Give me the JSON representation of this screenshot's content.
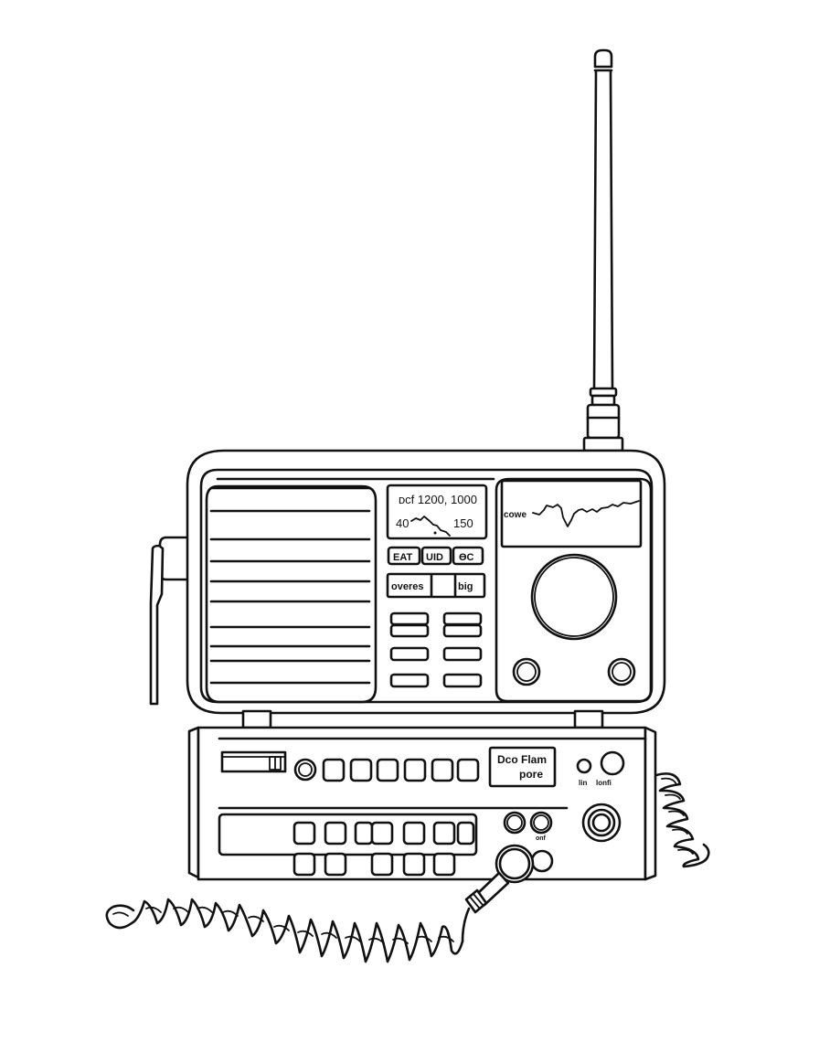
{
  "illustration": {
    "subject": "Line-art drawing of a ham radio transceiver stack with antenna and coiled microphone cord",
    "colors": {
      "line": "#111111",
      "background": "#ffffff"
    }
  },
  "radio": {
    "display": {
      "line1": "ᴅcf 1200, 1000",
      "left_value": "40",
      "right_value": "150"
    },
    "mode_buttons": [
      {
        "label": "EAT"
      },
      {
        "label": "UID"
      },
      {
        "label": "ӨC"
      }
    ],
    "selector": {
      "left": "overes",
      "right": "big"
    },
    "scope": {
      "label": "cowe"
    }
  },
  "base_unit": {
    "label_box": {
      "line1": "Dco Flam",
      "line2": "pore"
    },
    "jack_labels": {
      "left": "lin",
      "right": "lonfi"
    },
    "small_label": "onf"
  }
}
